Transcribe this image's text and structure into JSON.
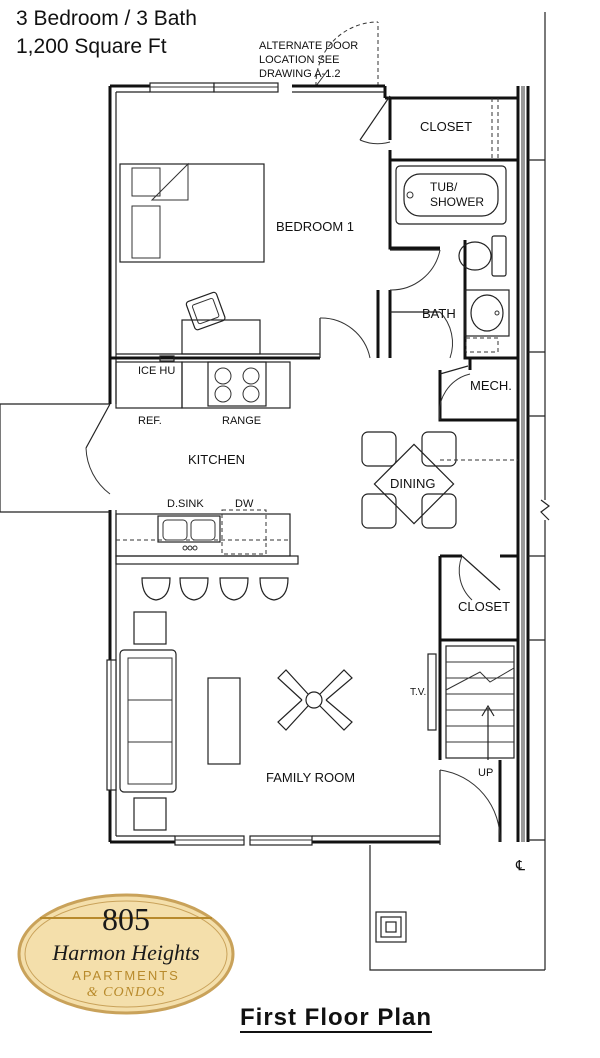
{
  "header": {
    "line1": "3 Bedroom / 3 Bath",
    "line2": "1,200 Square Ft"
  },
  "note": {
    "line1": "ALTERNATE DOOR",
    "line2": "LOCATION SEE",
    "line3": "DRAWING A-1.2"
  },
  "rooms": {
    "closet_top": "CLOSET",
    "tub_line1": "TUB/",
    "tub_line2": "SHOWER",
    "bedroom": "BEDROOM 1",
    "bath": "BATH",
    "mech": "MECH.",
    "kitchen": "KITCHEN",
    "dining": "DINING",
    "closet_mid": "CLOSET",
    "family": "FAMILY ROOM"
  },
  "fixtures": {
    "ice": "ICE HU",
    "ref": "REF.",
    "range": "RANGE",
    "dsink": "D.SINK",
    "dw": "DW",
    "tv": "T.V.",
    "up": "UP",
    "centerline": "℄"
  },
  "logo": {
    "number": "805",
    "name": "Harmon Heights",
    "line1": "APARTMENTS",
    "line2": "& CONDOS",
    "colors": {
      "fill": "#f4dfab",
      "border": "#c9a25a",
      "gold": "#b88a2c",
      "text": "#1a1a1a"
    }
  },
  "footer": {
    "title": "First Floor Plan"
  }
}
